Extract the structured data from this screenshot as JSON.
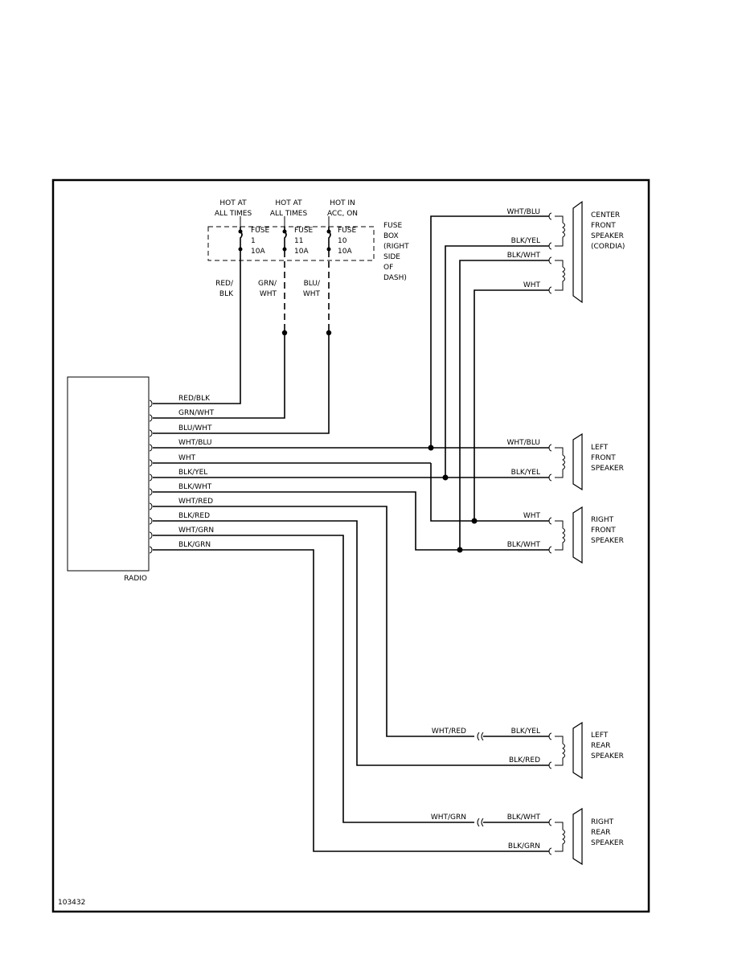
{
  "figure_id": "103432",
  "radio": {
    "label": "RADIO"
  },
  "fuses": [
    {
      "hot_line1": "HOT AT",
      "hot_line2": "ALL TIMES",
      "fuse": "FUSE",
      "number": "1",
      "amps": "10A",
      "wire_line1": "RED/",
      "wire_line2": "BLK"
    },
    {
      "hot_line1": "HOT AT",
      "hot_line2": "ALL TIMES",
      "fuse": "FUSE",
      "number": "11",
      "amps": "10A",
      "wire_line1": "GRN/",
      "wire_line2": "WHT"
    },
    {
      "hot_line1": "HOT IN",
      "hot_line2": "ACC, ON",
      "fuse": "FUSE",
      "number": "10",
      "amps": "10A",
      "wire_line1": "BLU/",
      "wire_line2": "WHT"
    }
  ],
  "fuse_box_label": [
    "FUSE",
    "BOX",
    "(RIGHT",
    "SIDE",
    "OF",
    "DASH)"
  ],
  "radio_wires": [
    "RED/BLK",
    "GRN/WHT",
    "BLU/WHT",
    "WHT/BLU",
    "WHT",
    "BLK/YEL",
    "BLK/WHT",
    "WHT/RED",
    "BLK/RED",
    "WHT/GRN",
    "BLK/GRN"
  ],
  "speakers": {
    "center_front": {
      "label": [
        "CENTER",
        "FRONT",
        "SPEAKER",
        "(CORDIA)"
      ],
      "terminals": [
        "WHT/BLU",
        "BLK/YEL",
        "BLK/WHT",
        "WHT"
      ]
    },
    "left_front": {
      "label": [
        "LEFT",
        "FRONT",
        "SPEAKER"
      ],
      "terminals": [
        "WHT/BLU",
        "BLK/YEL"
      ]
    },
    "right_front": {
      "label": [
        "RIGHT",
        "FRONT",
        "SPEAKER"
      ],
      "terminals": [
        "WHT",
        "BLK/WHT"
      ]
    },
    "left_rear": {
      "label": [
        "LEFT",
        "REAR",
        "SPEAKER"
      ],
      "terminals": [
        "BLK/YEL",
        "BLK/RED"
      ],
      "connector_wire": "WHT/RED"
    },
    "right_rear": {
      "label": [
        "RIGHT",
        "REAR",
        "SPEAKER"
      ],
      "terminals": [
        "BLK/WHT",
        "BLK/GRN"
      ],
      "connector_wire": "WHT/GRN"
    }
  }
}
